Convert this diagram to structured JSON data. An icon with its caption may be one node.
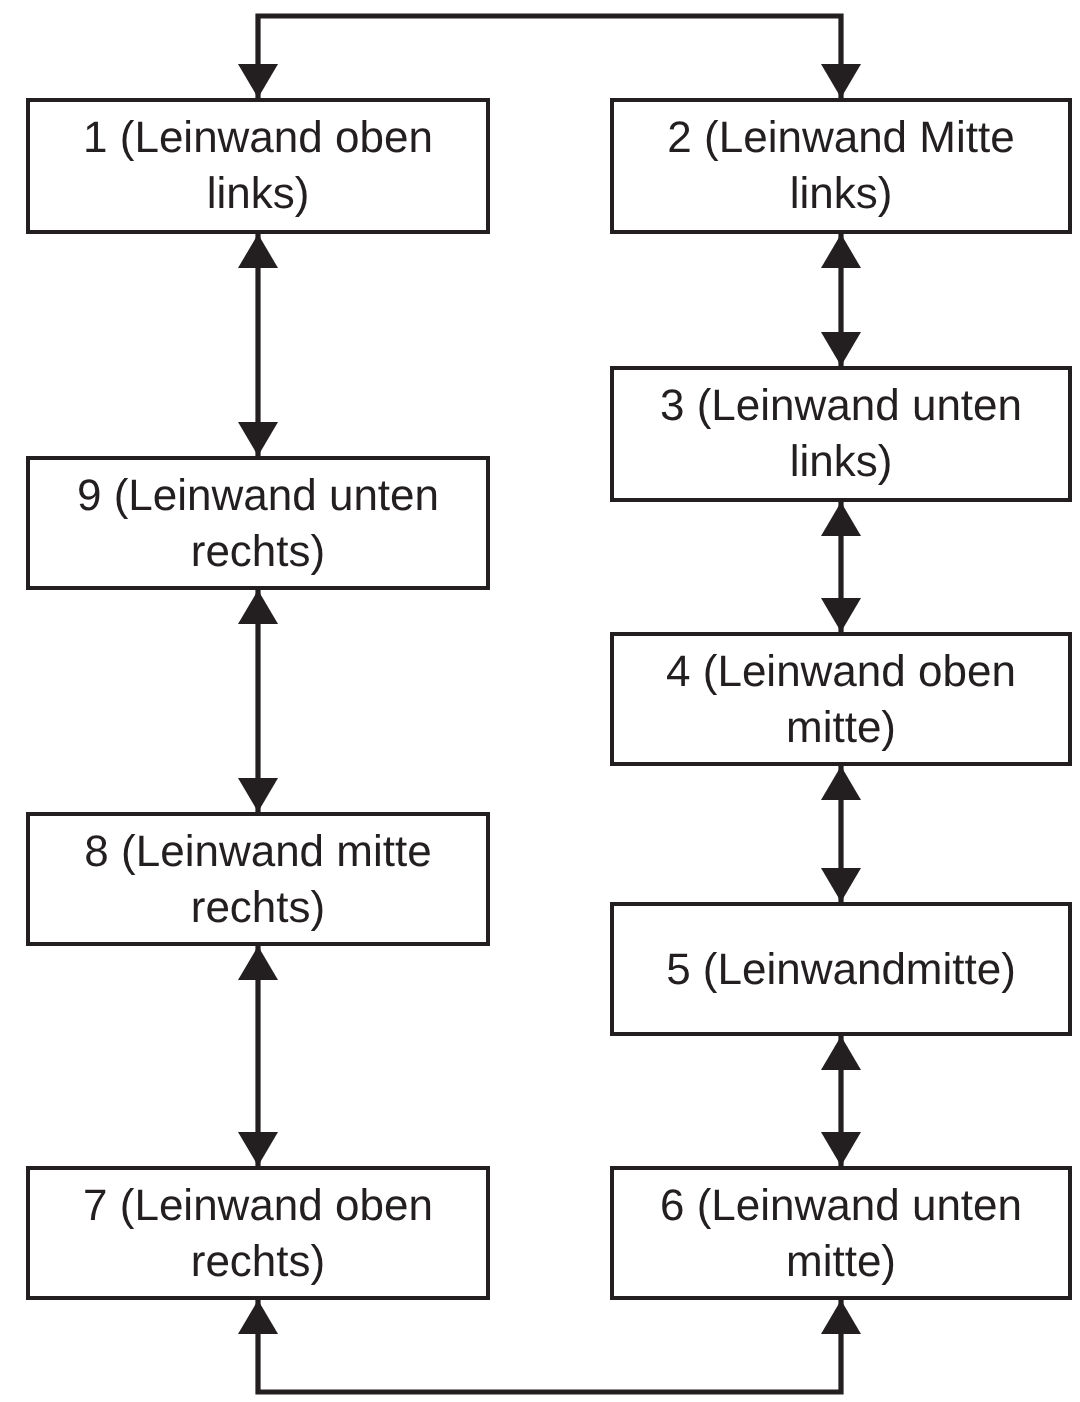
{
  "diagram": {
    "nodes": [
      {
        "text": [
          "1 (Leinwand oben links)"
        ]
      },
      {
        "text": [
          "2 (Leinwand Mitte links)"
        ]
      },
      {
        "text": [
          "3 (Leinwand unten links)"
        ]
      },
      {
        "text": [
          "4 (Leinwand oben mitte)"
        ]
      },
      {
        "text": [
          "5 (Leinwandmitte)"
        ]
      },
      {
        "text": [
          "6 (Leinwand unten mitte)"
        ]
      },
      {
        "text": [
          "7 (Leinwand oben rechts)"
        ]
      },
      {
        "text": [
          "8 (Leinwand mitte rechts)"
        ]
      },
      {
        "text": [
          "9 (Leinwand unten rechts)"
        ]
      }
    ],
    "edges": [
      {
        "from": 0,
        "to": 1,
        "arrow": "both"
      },
      {
        "from": 0,
        "to": 8,
        "arrow": "both"
      },
      {
        "from": 1,
        "to": 2,
        "arrow": "both"
      },
      {
        "from": 8,
        "to": 7,
        "arrow": "both"
      },
      {
        "from": 2,
        "to": 3,
        "arrow": "both"
      },
      {
        "from": 3,
        "to": 4,
        "arrow": "both"
      },
      {
        "from": 7,
        "to": 6,
        "arrow": "both"
      },
      {
        "from": 4,
        "to": 5,
        "arrow": "both"
      },
      {
        "from": 6,
        "to": 5,
        "arrow": "both"
      }
    ]
  }
}
